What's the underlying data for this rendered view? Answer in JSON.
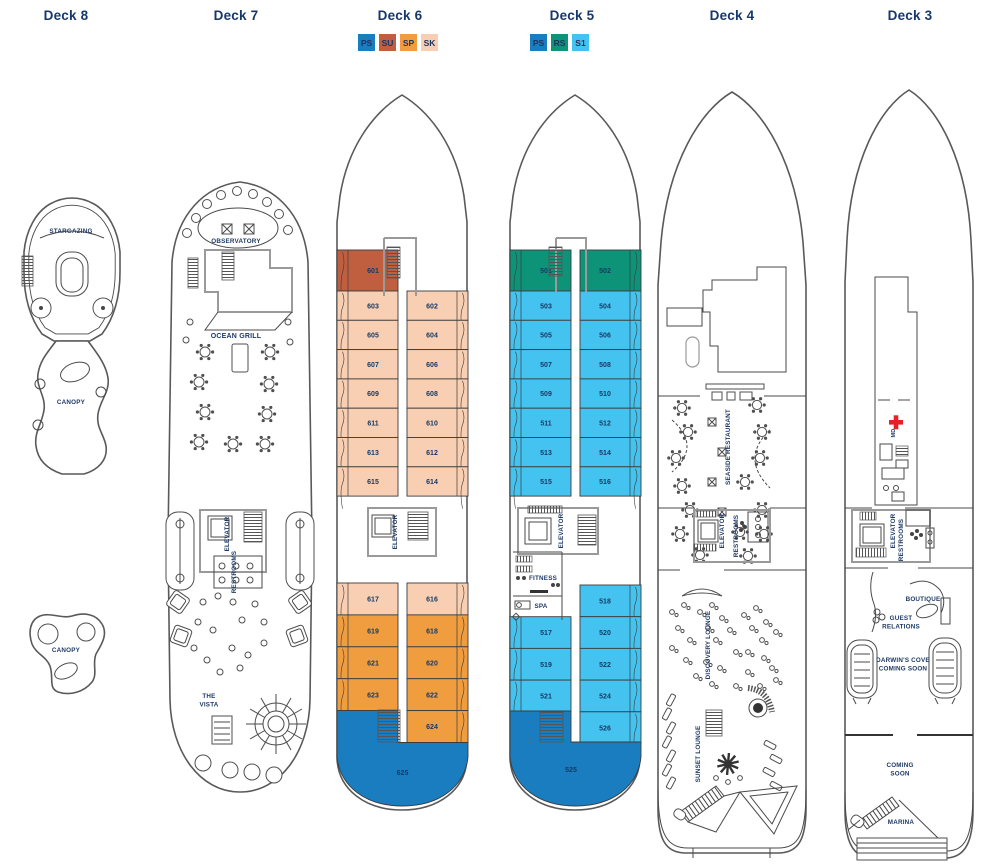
{
  "colors": {
    "PS": "#1a7dc0",
    "SU": "#c05f3f",
    "SP": "#f09d3f",
    "SK": "#f8cfb2",
    "RS": "#0d9478",
    "S1": "#44c3f0",
    "heading": "#17386b",
    "label": "#1e3a66",
    "medical_cross": "#e32226"
  },
  "decks": {
    "deck8": {
      "title": "Deck 8",
      "labels": {
        "stargazing": "STARGAZING",
        "canopy_upper": "CANOPY",
        "canopy_lower": "CANOPY"
      }
    },
    "deck7": {
      "title": "Deck 7",
      "labels": {
        "observatory": "OBSERVATORY",
        "ocean_grill": "OCEAN GRILL",
        "elevator": "ELEVATOR",
        "restrooms": "RESTROOMS",
        "the_vista_lines": [
          "THE",
          "VISTA"
        ]
      }
    },
    "deck6": {
      "title": "Deck 6",
      "legend": [
        "PS",
        "SU",
        "SP",
        "SK"
      ],
      "labels": {
        "elevator": "ELEVATOR"
      },
      "cabins": [
        {
          "number": "601",
          "category": "SU",
          "section": "fwd",
          "side": "left",
          "row": 0
        },
        {
          "number": "602",
          "category": "SK",
          "section": "fwd",
          "side": "right",
          "row": 1
        },
        {
          "number": "603",
          "category": "SK",
          "section": "fwd",
          "side": "left",
          "row": 1
        },
        {
          "number": "604",
          "category": "SK",
          "section": "fwd",
          "side": "right",
          "row": 2
        },
        {
          "number": "605",
          "category": "SK",
          "section": "fwd",
          "side": "left",
          "row": 2
        },
        {
          "number": "606",
          "category": "SK",
          "section": "fwd",
          "side": "right",
          "row": 3
        },
        {
          "number": "607",
          "category": "SK",
          "section": "fwd",
          "side": "left",
          "row": 3
        },
        {
          "number": "608",
          "category": "SK",
          "section": "fwd",
          "side": "right",
          "row": 4
        },
        {
          "number": "609",
          "category": "SK",
          "section": "fwd",
          "side": "left",
          "row": 4
        },
        {
          "number": "610",
          "category": "SK",
          "section": "fwd",
          "side": "right",
          "row": 5
        },
        {
          "number": "611",
          "category": "SK",
          "section": "fwd",
          "side": "left",
          "row": 5
        },
        {
          "number": "612",
          "category": "SK",
          "section": "fwd",
          "side": "right",
          "row": 6
        },
        {
          "number": "613",
          "category": "SK",
          "section": "fwd",
          "side": "left",
          "row": 6
        },
        {
          "number": "614",
          "category": "SK",
          "section": "fwd",
          "side": "right",
          "row": 7
        },
        {
          "number": "615",
          "category": "SK",
          "section": "fwd",
          "side": "left",
          "row": 7
        },
        {
          "number": "616",
          "category": "SK",
          "section": "aft",
          "side": "right",
          "row": 0
        },
        {
          "number": "617",
          "category": "SK",
          "section": "aft",
          "side": "left",
          "row": 0
        },
        {
          "number": "618",
          "category": "SP",
          "section": "aft",
          "side": "right",
          "row": 1
        },
        {
          "number": "619",
          "category": "SP",
          "section": "aft",
          "side": "left",
          "row": 1
        },
        {
          "number": "620",
          "category": "SP",
          "section": "aft",
          "side": "right",
          "row": 2
        },
        {
          "number": "621",
          "category": "SP",
          "section": "aft",
          "side": "left",
          "row": 2
        },
        {
          "number": "622",
          "category": "SP",
          "section": "aft",
          "side": "right",
          "row": 3
        },
        {
          "number": "623",
          "category": "SP",
          "section": "aft",
          "side": "left",
          "row": 3
        },
        {
          "number": "624",
          "category": "SP",
          "section": "aft",
          "side": "right",
          "row": 4
        },
        {
          "number": "625",
          "category": "PS",
          "section": "stern",
          "side": "center",
          "row": 0
        }
      ]
    },
    "deck5": {
      "title": "Deck 5",
      "legend": [
        "PS",
        "RS",
        "S1"
      ],
      "labels": {
        "elevator": "ELEVATOR",
        "fitness": "FITNESS",
        "spa": "SPA"
      },
      "cabins": [
        {
          "number": "501",
          "category": "RS",
          "section": "fwd",
          "side": "left",
          "row": 0
        },
        {
          "number": "502",
          "category": "RS",
          "section": "fwd",
          "side": "right",
          "row": 0
        },
        {
          "number": "503",
          "category": "S1",
          "section": "fwd",
          "side": "left",
          "row": 1
        },
        {
          "number": "504",
          "category": "S1",
          "section": "fwd",
          "side": "right",
          "row": 1
        },
        {
          "number": "505",
          "category": "S1",
          "section": "fwd",
          "side": "left",
          "row": 2
        },
        {
          "number": "506",
          "category": "S1",
          "section": "fwd",
          "side": "right",
          "row": 2
        },
        {
          "number": "507",
          "category": "S1",
          "section": "fwd",
          "side": "left",
          "row": 3
        },
        {
          "number": "508",
          "category": "S1",
          "section": "fwd",
          "side": "right",
          "row": 3
        },
        {
          "number": "509",
          "category": "S1",
          "section": "fwd",
          "side": "left",
          "row": 4
        },
        {
          "number": "510",
          "category": "S1",
          "section": "fwd",
          "side": "right",
          "row": 4
        },
        {
          "number": "511",
          "category": "S1",
          "section": "fwd",
          "side": "left",
          "row": 5
        },
        {
          "number": "512",
          "category": "S1",
          "section": "fwd",
          "side": "right",
          "row": 5
        },
        {
          "number": "513",
          "category": "S1",
          "section": "fwd",
          "side": "left",
          "row": 6
        },
        {
          "number": "514",
          "category": "S1",
          "section": "fwd",
          "side": "right",
          "row": 6
        },
        {
          "number": "515",
          "category": "S1",
          "section": "fwd",
          "side": "left",
          "row": 7
        },
        {
          "number": "516",
          "category": "S1",
          "section": "fwd",
          "side": "right",
          "row": 7
        },
        {
          "number": "517",
          "category": "S1",
          "section": "aft",
          "side": "left",
          "row": 1
        },
        {
          "number": "518",
          "category": "S1",
          "section": "aft",
          "side": "right",
          "row": 0
        },
        {
          "number": "519",
          "category": "S1",
          "section": "aft",
          "side": "left",
          "row": 2
        },
        {
          "number": "520",
          "category": "S1",
          "section": "aft",
          "side": "right",
          "row": 1
        },
        {
          "number": "521",
          "category": "S1",
          "section": "aft",
          "side": "left",
          "row": 3
        },
        {
          "number": "522",
          "category": "S1",
          "section": "aft",
          "side": "right",
          "row": 2
        },
        {
          "number": "524",
          "category": "S1",
          "section": "aft",
          "side": "right",
          "row": 3
        },
        {
          "number": "526",
          "category": "S1",
          "section": "aft",
          "side": "right",
          "row": 4
        },
        {
          "number": "525",
          "category": "PS",
          "section": "stern",
          "side": "center",
          "row": 0
        }
      ]
    },
    "deck4": {
      "title": "Deck 4",
      "labels": {
        "seaside_restaurant": "SEASIDE RESTAURANT",
        "elevator": "ELEVATOR",
        "restrooms": "RESTROOMS",
        "discovery_lounge": "DISCOVERY LOUNGE",
        "sunset_lounge": "SUNSET LOUNGE"
      }
    },
    "deck3": {
      "title": "Deck 3",
      "labels": {
        "md": "MD",
        "elevator": "ELEVATOR",
        "restrooms": "RESTROOMS",
        "boutique": "BOUTIQUE",
        "guest_relations_lines": [
          "GUEST",
          "RELATIONS"
        ],
        "darwins_cove_lines": [
          "DARWIN'S COVE",
          "COMING SOON"
        ],
        "coming_soon_lines": [
          "COMING",
          "SOON"
        ],
        "marina": "MARINA"
      }
    }
  }
}
